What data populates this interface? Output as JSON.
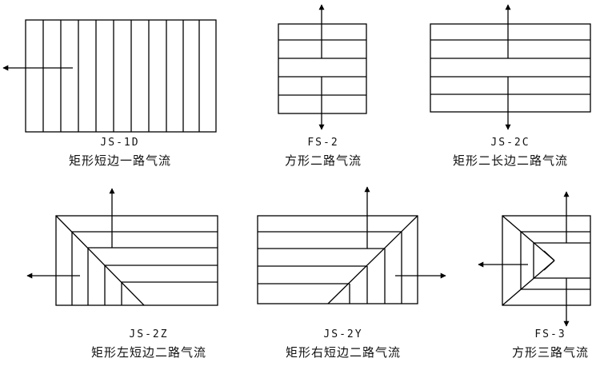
{
  "diagrams": [
    {
      "code": "JS-1D",
      "name": "矩形短边一路气流"
    },
    {
      "code": "FS-2",
      "name": "方形二路气流"
    },
    {
      "code": "JS-2C",
      "name": "矩形二长边二路气流"
    },
    {
      "code": "JS-2Z",
      "name": "矩形左短边二路气流"
    },
    {
      "code": "JS-2Y",
      "name": "矩形右短边二路气流"
    },
    {
      "code": "FS-3",
      "name": "方形三路气流"
    }
  ]
}
